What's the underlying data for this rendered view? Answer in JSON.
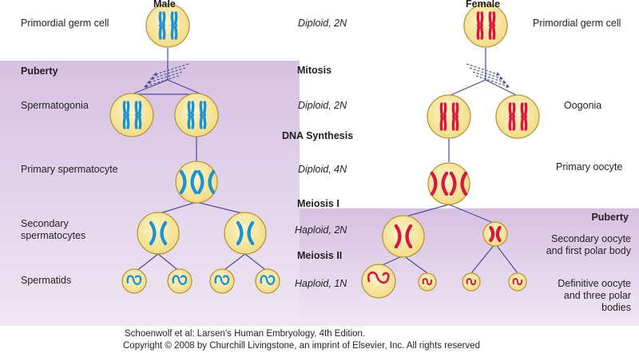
{
  "headers": {
    "male": "Male",
    "female": "Female"
  },
  "male_labels": {
    "primordial": "Primordial germ cell",
    "puberty": "Puberty",
    "spermatogonia": "Spermatogonia",
    "primary": "Primary spermatocyte",
    "secondary_l1": "Secondary",
    "secondary_l2": "spermatocytes",
    "spermatids": "Spermatids"
  },
  "female_labels": {
    "primordial": "Primordial germ cell",
    "oogonia": "Oogonia",
    "primary": "Primary oocyte",
    "puberty": "Puberty",
    "secondary_l1": "Secondary oocyte",
    "secondary_l2": "and first polar body",
    "definitive_l1": "Definitive oocyte",
    "definitive_l2": "and three polar",
    "definitive_l3": "bodies"
  },
  "center_labels": {
    "ploidy1": "Diploid, 2N",
    "mitosis": "Mitosis",
    "ploidy2": "Diploid, 2N",
    "dna": "DNA Synthesis",
    "ploidy3": "Diploid, 4N",
    "meiosis1": "Meiosis I",
    "ploidy4": "Haploid, 2N",
    "meiosis2": "Meiosis II",
    "ploidy5": "Haploid, 1N"
  },
  "credit": {
    "line1": "Schoenwolf et al: Larsen's Human Embryology, 4th Edition.",
    "line2": "Copyright © 2008 by Churchill Livingstone, an imprint of Elsevier, Inc. All rights reserved"
  },
  "colors": {
    "male_chromosome": "#1c93d1",
    "female_chromosome": "#d8173f",
    "cell_fill": "#f8e7a0",
    "cell_stroke": "#b8963c",
    "puberty_band": "#e3d2ea",
    "line": "#4a4a9a"
  }
}
